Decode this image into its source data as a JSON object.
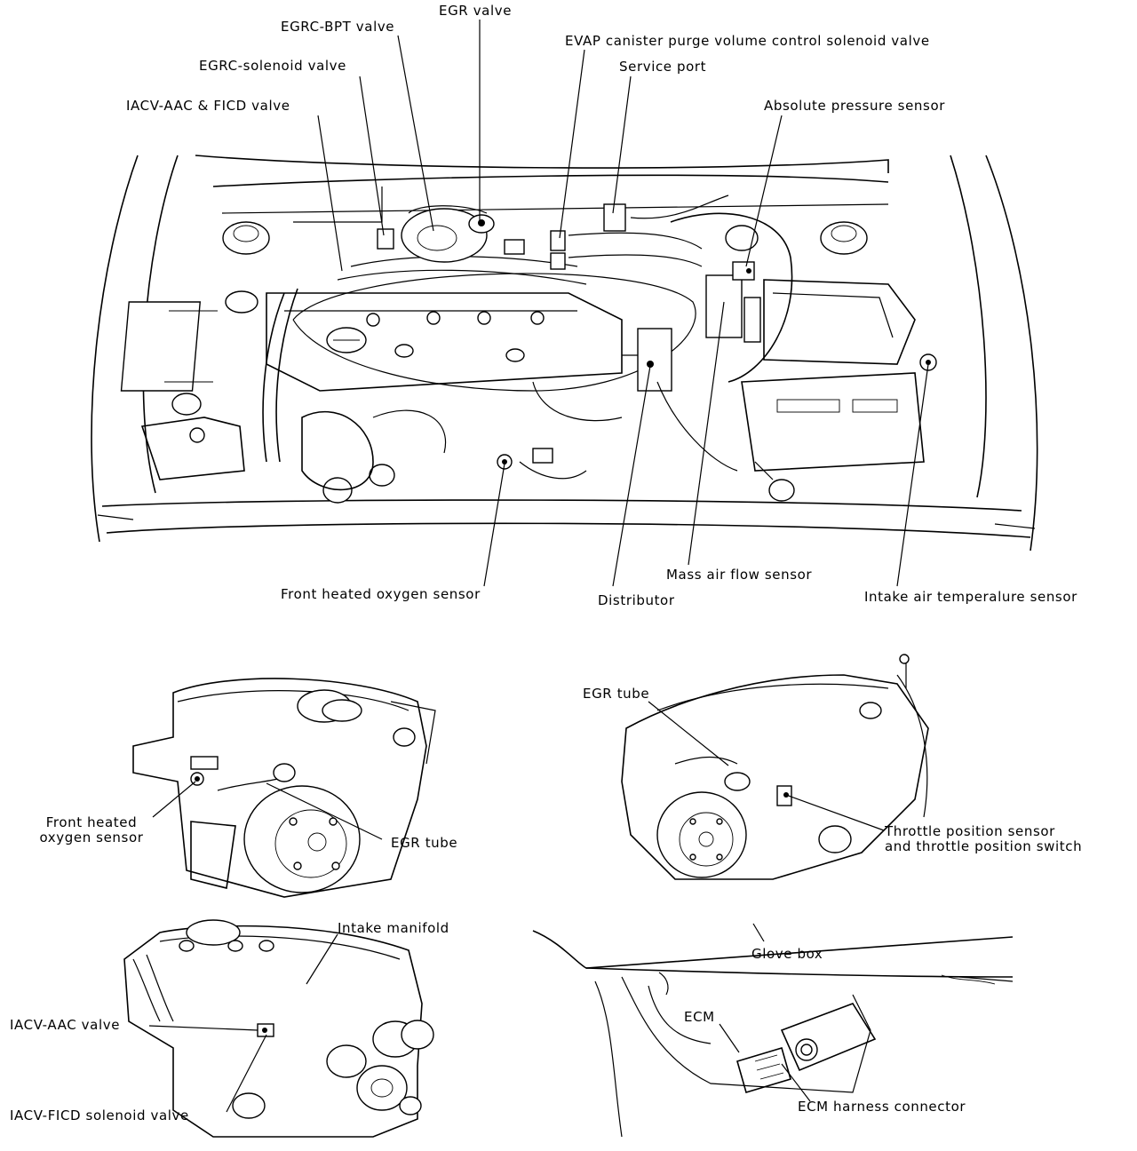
{
  "labels": {
    "egr_valve": "EGR valve",
    "egrc_bpt_valve": "EGRC-BPT valve",
    "evap_purge_valve": "EVAP canister purge volume control solenoid valve",
    "egrc_solenoid_valve": "EGRC-solenoid valve",
    "service_port": "Service port",
    "iacv_aac_ficd_valve": "IACV-AAC & FICD valve",
    "absolute_pressure_sensor": "Absolute pressure sensor",
    "front_heated_oxygen_sensor": "Front heated oxygen sensor",
    "distributor": "Distributor",
    "mass_air_flow_sensor": "Mass air flow sensor",
    "intake_air_temperature_sensor": "Intake air temperalure sensor",
    "front_heated_oxygen_sensor_2": "Front heated\noxygen sensor",
    "egr_tube_left": "EGR tube",
    "egr_tube_right": "EGR tube",
    "throttle_position": "Throttle position sensor\nand throttle position switch",
    "intake_manifold": "Intake manifold",
    "iacv_aac_valve": "IACV-AAC valve",
    "iacv_ficd_solenoid_valve": "IACV-FICD solenoid valve",
    "glove_box": "Glove box",
    "ecm": "ECM",
    "ecm_harness_connector": "ECM harness connector"
  }
}
